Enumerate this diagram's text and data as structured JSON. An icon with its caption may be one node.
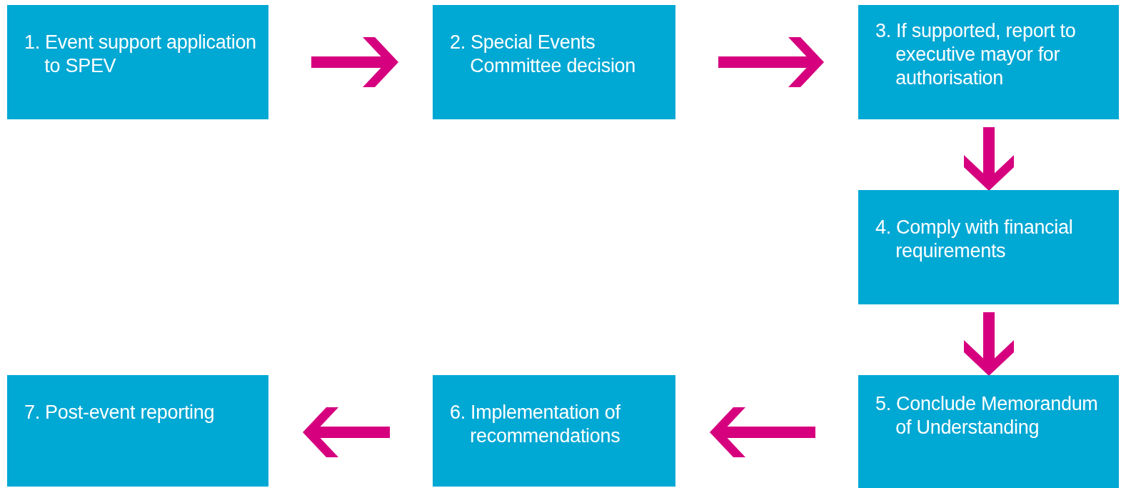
{
  "diagram": {
    "nodes": [
      {
        "text": [
          "1. Event support application to SPEV"
        ]
      },
      {
        "text": [
          "2. Special Events Committee decision"
        ]
      },
      {
        "text": [
          "3. If supported, report to executive mayor for authorisation"
        ]
      },
      {
        "text": [
          "4. Comply with financial requirements"
        ]
      },
      {
        "text": [
          "5. Conclude Memorandum of Understanding"
        ]
      },
      {
        "text": [
          "6. Implementation of recommendations"
        ]
      },
      {
        "text": [
          "7. Post-event reporting"
        ]
      }
    ],
    "edges": [
      {
        "from": 0,
        "to": 1,
        "arrow": "to"
      },
      {
        "from": 1,
        "to": 2,
        "arrow": "to"
      },
      {
        "from": 2,
        "to": 3,
        "arrow": "to"
      },
      {
        "from": 3,
        "to": 4,
        "arrow": "to"
      },
      {
        "from": 4,
        "to": 5,
        "arrow": "to"
      },
      {
        "from": 5,
        "to": 6,
        "arrow": "to"
      }
    ]
  }
}
